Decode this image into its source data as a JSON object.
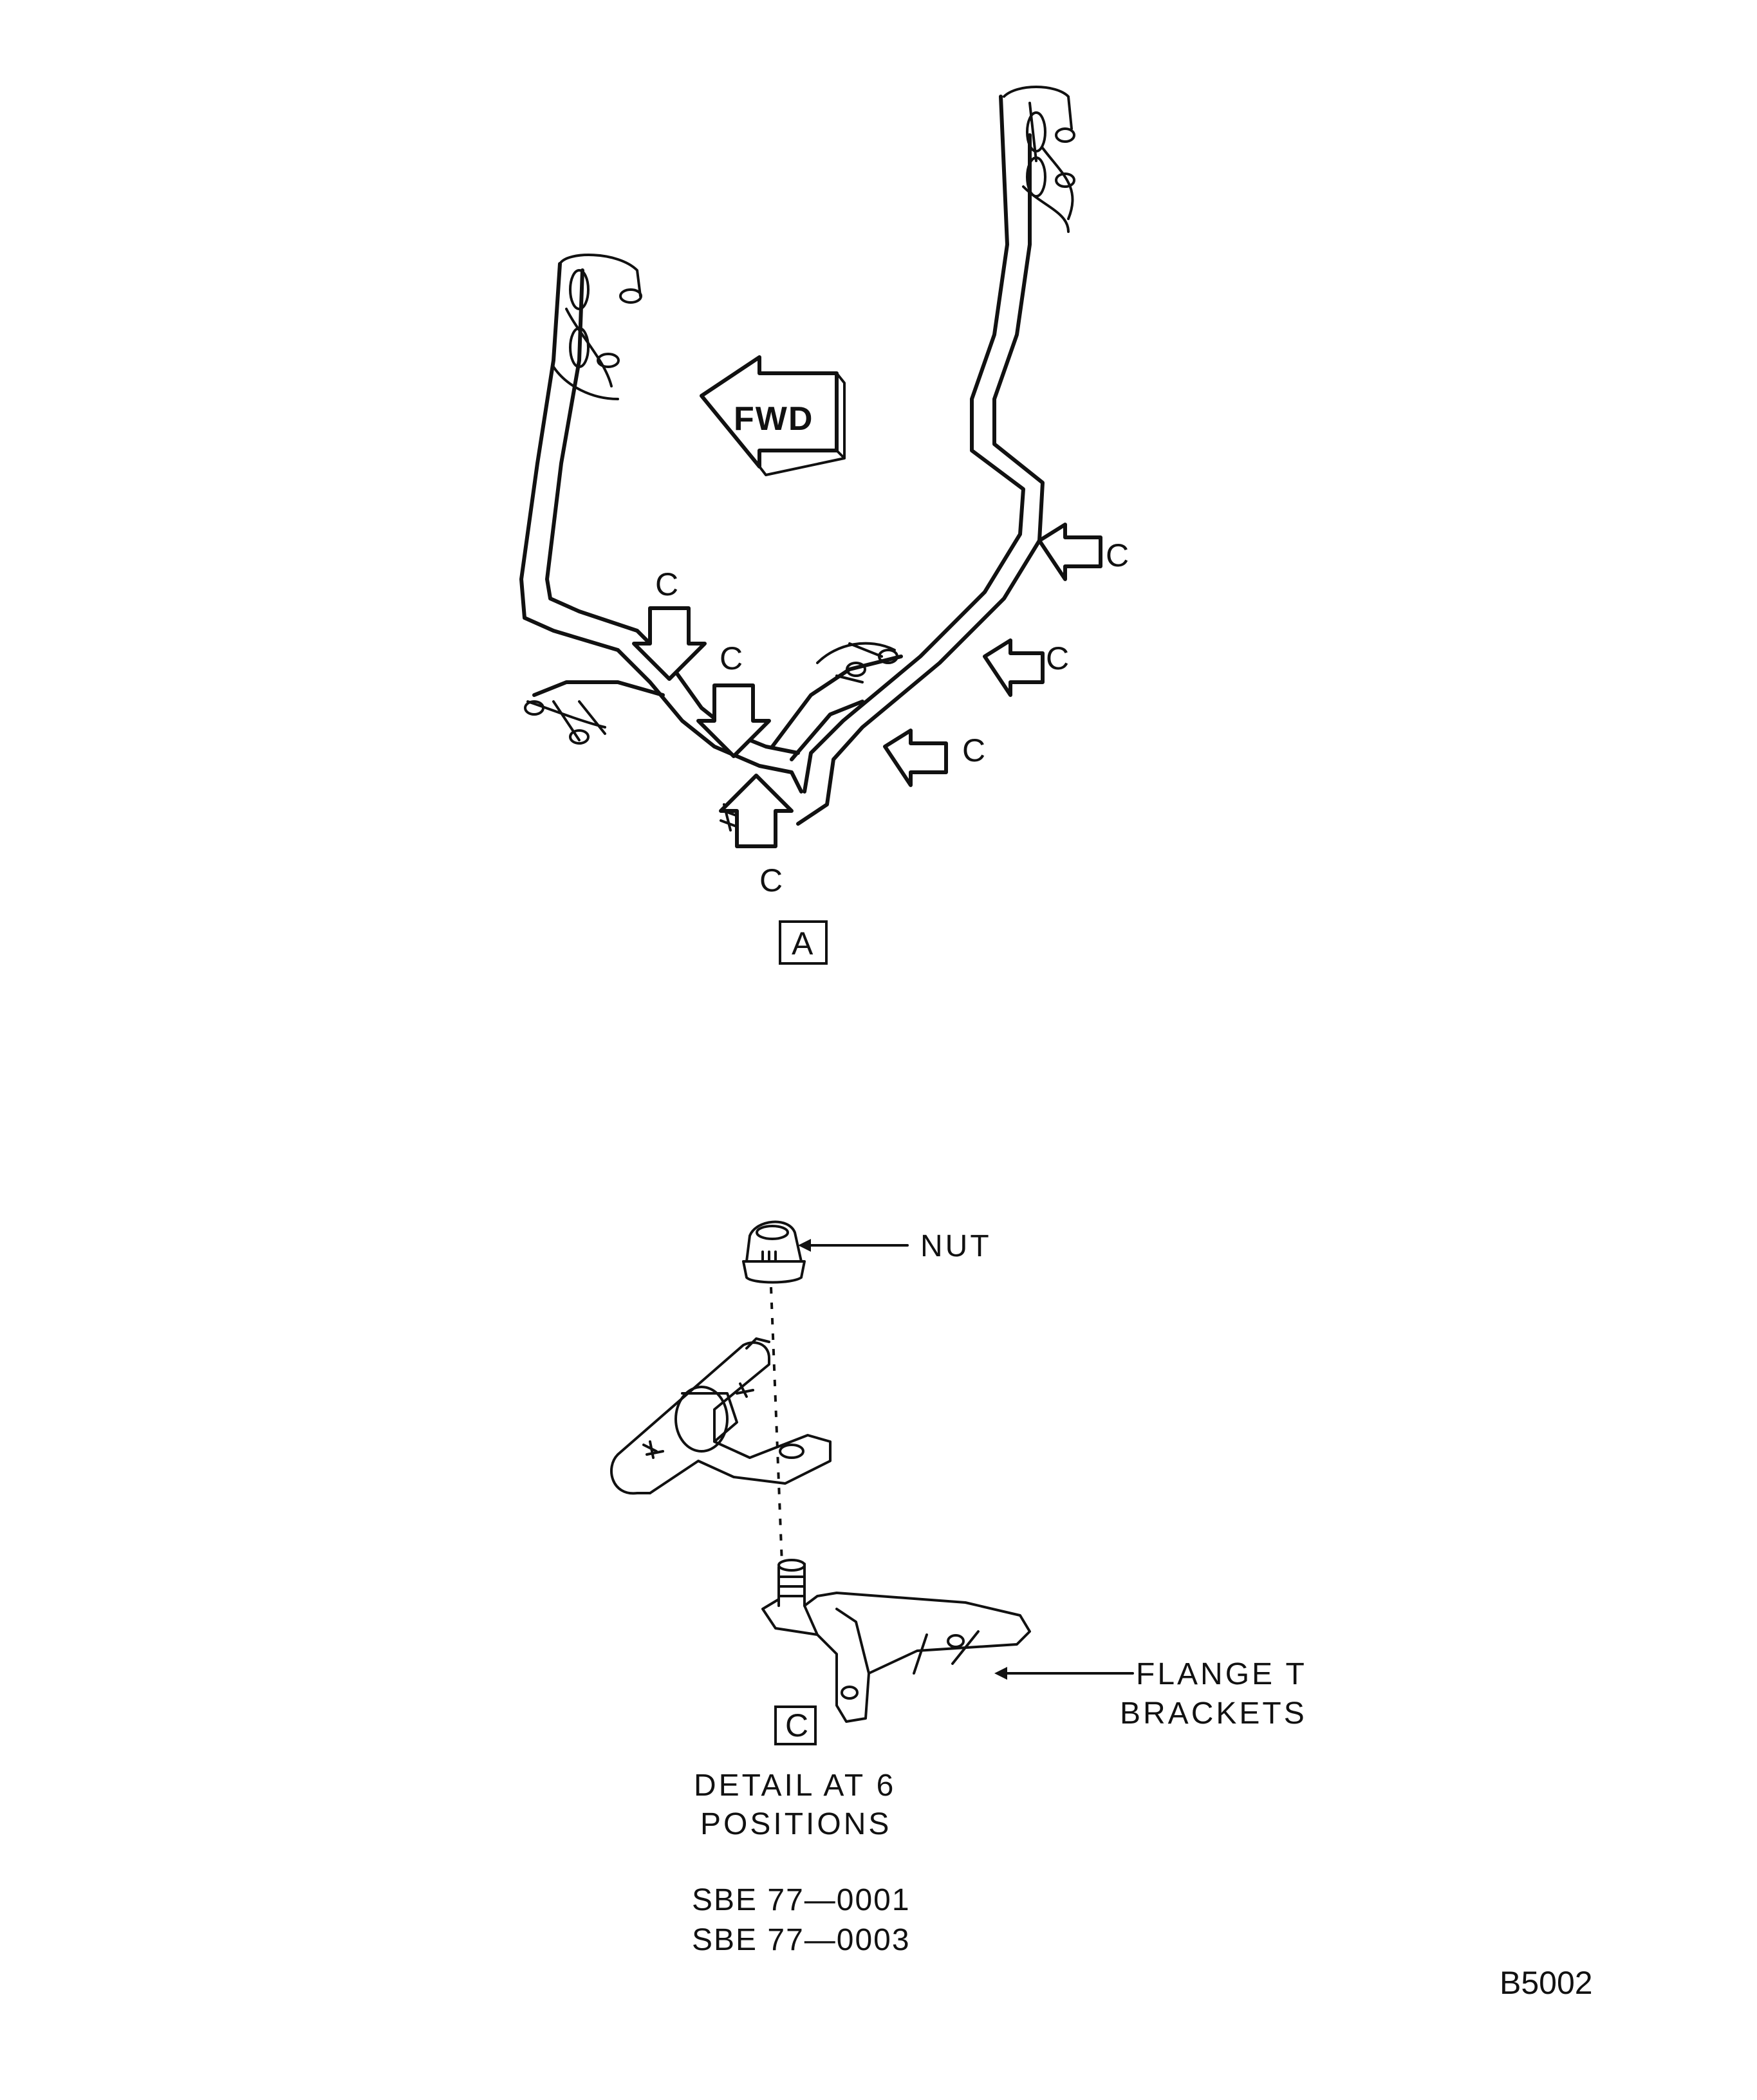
{
  "view_a": {
    "fwd_label": "FWD",
    "view_label": "A",
    "callout_label": "C"
  },
  "detail_c": {
    "view_label": "C",
    "nut_label": "NUT",
    "bracket_label_line1": "FLANGE T",
    "bracket_label_line2": "BRACKETS",
    "caption_line1": "DETAIL AT 6",
    "caption_line2": "POSITIONS"
  },
  "references": {
    "line1": "SBE 77—0001",
    "line2": "SBE 77—0003"
  },
  "figure_id": "B5002"
}
